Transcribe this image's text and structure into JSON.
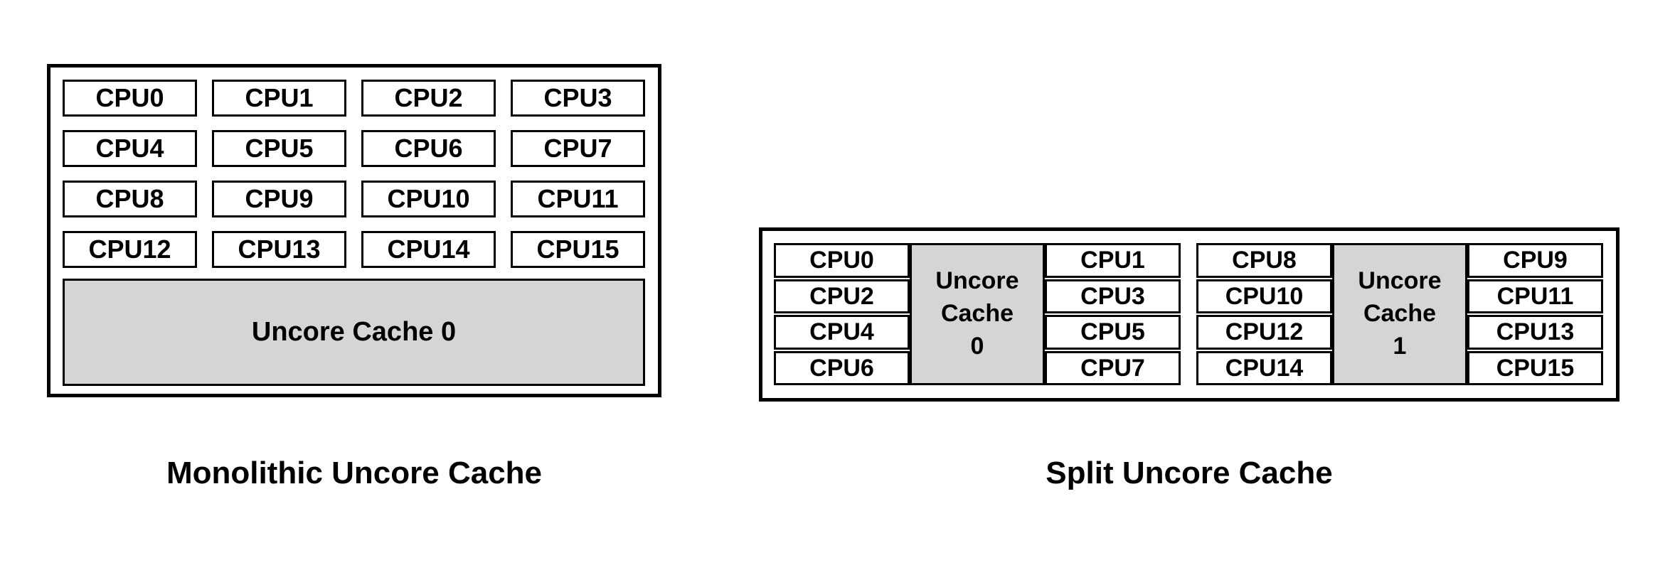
{
  "colors": {
    "background": "#ffffff",
    "box_border": "#000000",
    "cache_fill": "#d5d5d5",
    "text": "#000000"
  },
  "monolithic": {
    "caption": "Monolithic Uncore Cache",
    "cpus": [
      "CPU0",
      "CPU1",
      "CPU2",
      "CPU3",
      "CPU4",
      "CPU5",
      "CPU6",
      "CPU7",
      "CPU8",
      "CPU9",
      "CPU10",
      "CPU11",
      "CPU12",
      "CPU13",
      "CPU14",
      "CPU15"
    ],
    "cache_label": "Uncore Cache 0"
  },
  "split": {
    "caption": "Split Uncore Cache",
    "clusters": [
      {
        "left_cpus": [
          "CPU0",
          "CPU2",
          "CPU4",
          "CPU6"
        ],
        "cache_lines": [
          "Uncore",
          "Cache",
          "0"
        ],
        "right_cpus": [
          "CPU1",
          "CPU3",
          "CPU5",
          "CPU7"
        ]
      },
      {
        "left_cpus": [
          "CPU8",
          "CPU10",
          "CPU12",
          "CPU14"
        ],
        "cache_lines": [
          "Uncore",
          "Cache",
          "1"
        ],
        "right_cpus": [
          "CPU9",
          "CPU11",
          "CPU13",
          "CPU15"
        ]
      }
    ]
  }
}
